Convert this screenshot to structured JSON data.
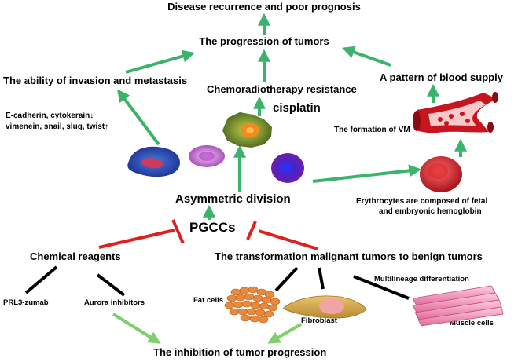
{
  "nodes": {
    "recurrence": "Disease recurrence and poor prognosis",
    "progression": "The progression of tumors",
    "invasion": "The ability of invasion and metastasis",
    "chemo": "Chemoradiotherapy resistance",
    "cisplatin": "cisplatin",
    "blood_pattern": "A pattern of blood supply",
    "markers_line1": "E-cadherin, cytokerain↓",
    "markers_line2": "vimenein, snail, slug, twist↑",
    "vm": "The formation of VM",
    "asymmetric": "Asymmetric division",
    "erythro_line1": "Erythrocytes are composed of fetal",
    "erythro_line2": "and embryonic hemoglobin",
    "pgccs": "PGCCs",
    "chemical": "Chemical reagents",
    "transformation": "The transformation malignant tumors to benign tumors",
    "prl3": "PRL3-zumab",
    "aurora": "Aurora inhibitors",
    "fat": "Fat cells",
    "fibroblast": "Fibroblast",
    "multilineage": "Multilineage differentiation",
    "muscle": "Muscle cells",
    "inhibition": "The inhibition of tumor progression"
  },
  "colors": {
    "green_arrow": "#3bb36a",
    "red_inhibit": "#e02020",
    "black_line": "#000000",
    "light_green_arrow": "#7fcf6f",
    "blood_red": "#c8141e"
  }
}
